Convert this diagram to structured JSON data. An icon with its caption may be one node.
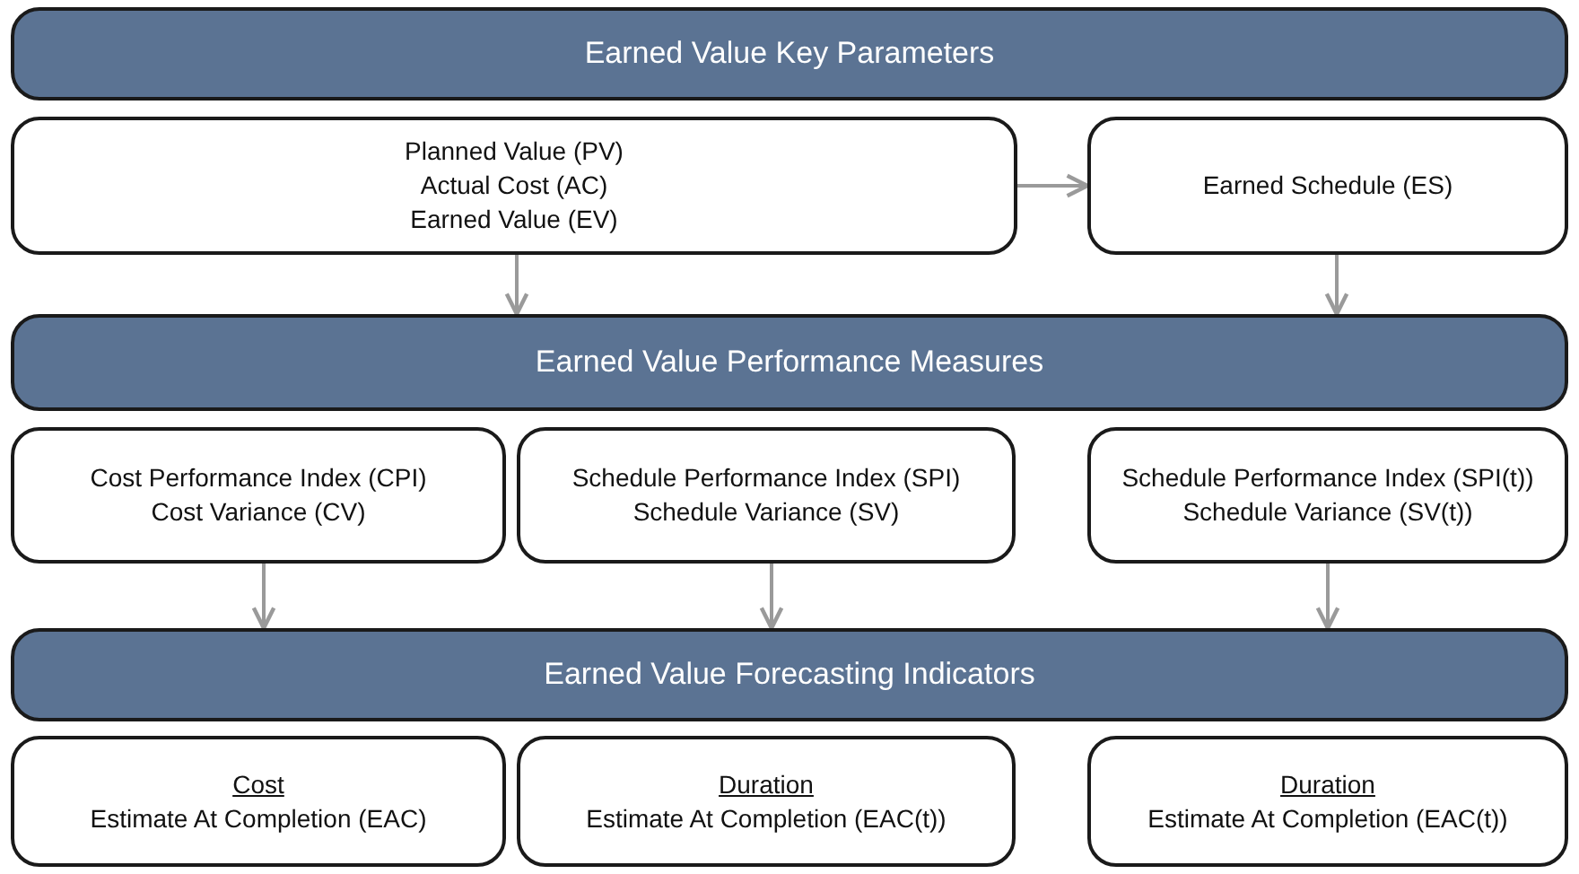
{
  "diagram": {
    "nodes": [
      {
        "text": [
          "Earned Value Key Parameters"
        ]
      },
      {
        "text": [
          "Planned Value (PV)",
          "Actual Cost (AC)",
          "Earned Value (EV)"
        ]
      },
      {
        "text": [
          "Earned Schedule (ES)"
        ]
      },
      {
        "text": [
          "Earned Value Performance Measures"
        ]
      },
      {
        "text": [
          "Cost Performance Index (CPI)",
          "Cost Variance (CV)"
        ]
      },
      {
        "text": [
          "Schedule Performance Index (SPI)",
          "Schedule Variance (SV)"
        ]
      },
      {
        "text": [
          "Schedule Performance Index (SPI(t))",
          "Schedule Variance (SV(t))"
        ]
      },
      {
        "text": [
          "Earned Value Forecasting Indicators"
        ]
      },
      {
        "text": [
          "Cost",
          "Estimate At Completion (EAC)"
        ]
      },
      {
        "text": [
          "Duration",
          "Estimate At Completion (EAC(t))"
        ]
      },
      {
        "text": [
          "Duration",
          "Estimate At Completion (EAC(t))"
        ]
      }
    ],
    "edges": [
      {
        "from": 1,
        "to": 2,
        "arrow": "to"
      },
      {
        "from": 1,
        "to": 3,
        "arrow": "to"
      },
      {
        "from": 2,
        "to": 3,
        "arrow": "to"
      },
      {
        "from": 4,
        "to": 7,
        "arrow": "to"
      },
      {
        "from": 5,
        "to": 7,
        "arrow": "to"
      },
      {
        "from": 6,
        "to": 7,
        "arrow": "to"
      }
    ]
  }
}
